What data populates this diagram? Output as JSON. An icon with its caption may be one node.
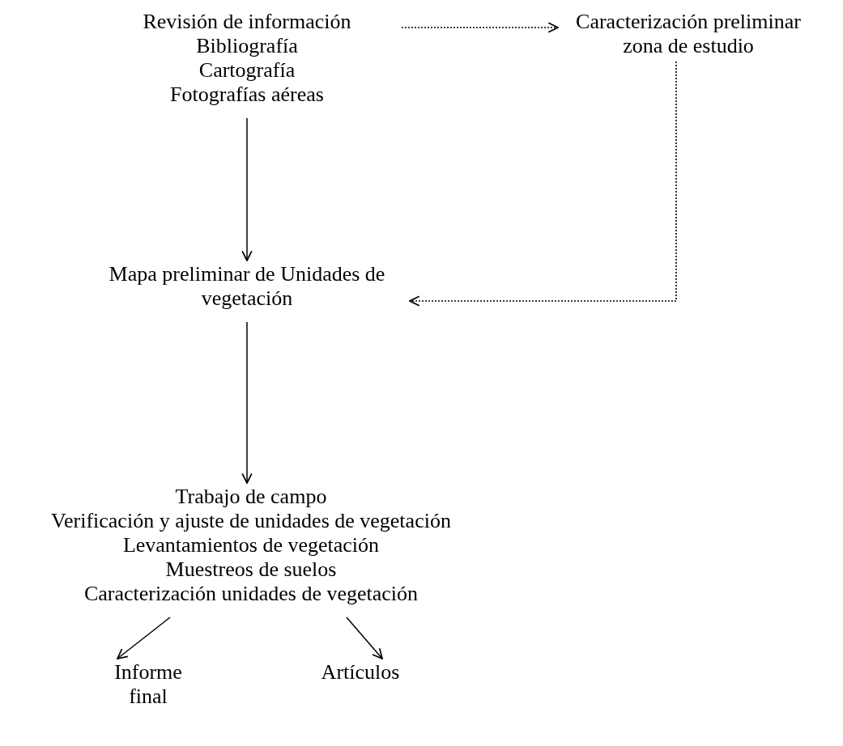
{
  "diagram": {
    "nodes": [
      {
        "text": [
          "Revisión de información",
          "Bibliografía",
          "Cartografía",
          "Fotografías aéreas"
        ]
      },
      {
        "text": [
          "Caracterización preliminar zona de estudio"
        ]
      },
      {
        "text": [
          "Mapa preliminar de Unidades de vegetación"
        ]
      },
      {
        "text": [
          "Trabajo de campo",
          "Verificación y ajuste de unidades de vegetación",
          "Levantamientos de vegetación",
          "Muestreos de suelos",
          "Caracterización unidades de vegetación"
        ]
      },
      {
        "text": [
          "Informe final"
        ]
      },
      {
        "text": [
          "Artículos"
        ]
      }
    ],
    "edges": [
      {
        "from": 0,
        "to": 1,
        "arrow": "to",
        "style": "dashed"
      },
      {
        "from": 1,
        "to": 2,
        "arrow": "to",
        "style": "dashed"
      },
      {
        "from": 0,
        "to": 2,
        "arrow": "to"
      },
      {
        "from": 2,
        "to": 3,
        "arrow": "to"
      },
      {
        "from": 3,
        "to": 4,
        "arrow": "to"
      },
      {
        "from": 3,
        "to": 5,
        "arrow": "to"
      }
    ]
  }
}
